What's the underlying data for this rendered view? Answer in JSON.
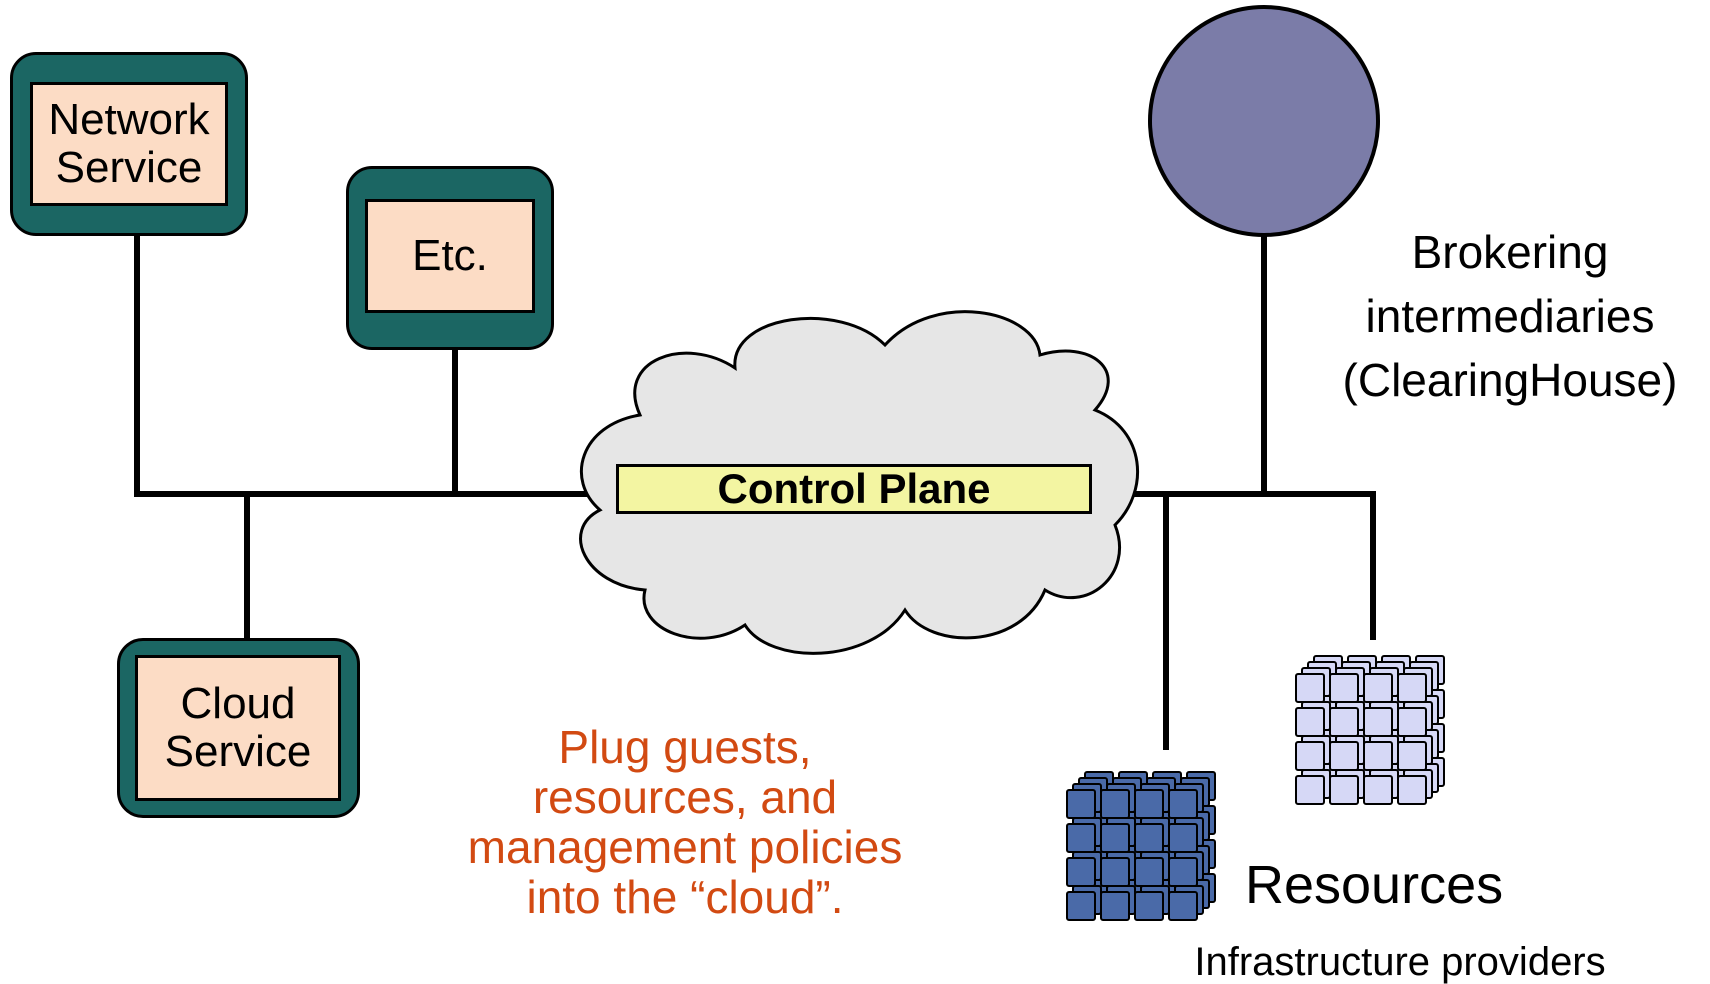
{
  "nodes": {
    "network_service": "Network\nService",
    "etc": "Etc.",
    "cloud_service": "Cloud\nService"
  },
  "control_plane": {
    "label": "Control Plane"
  },
  "broker": {
    "label": "Brokering\nintermediaries\n(ClearingHouse)",
    "color": "#7b7ca8"
  },
  "resources": {
    "label": "Resources",
    "sublabel": "Infrastructure providers"
  },
  "caption": {
    "text": "Plug guests,\nresources, and\nmanagement policies\ninto the “cloud”.",
    "color": "#d24a12"
  },
  "colors": {
    "node_frame": "#1b6663",
    "node_fill": "#fcdcc5",
    "cloud_fill": "#e6e6e6",
    "control_plane_fill": "#f3f5a2",
    "resource_dark": "#4a6aa8",
    "resource_light": "#d6d8f6"
  }
}
